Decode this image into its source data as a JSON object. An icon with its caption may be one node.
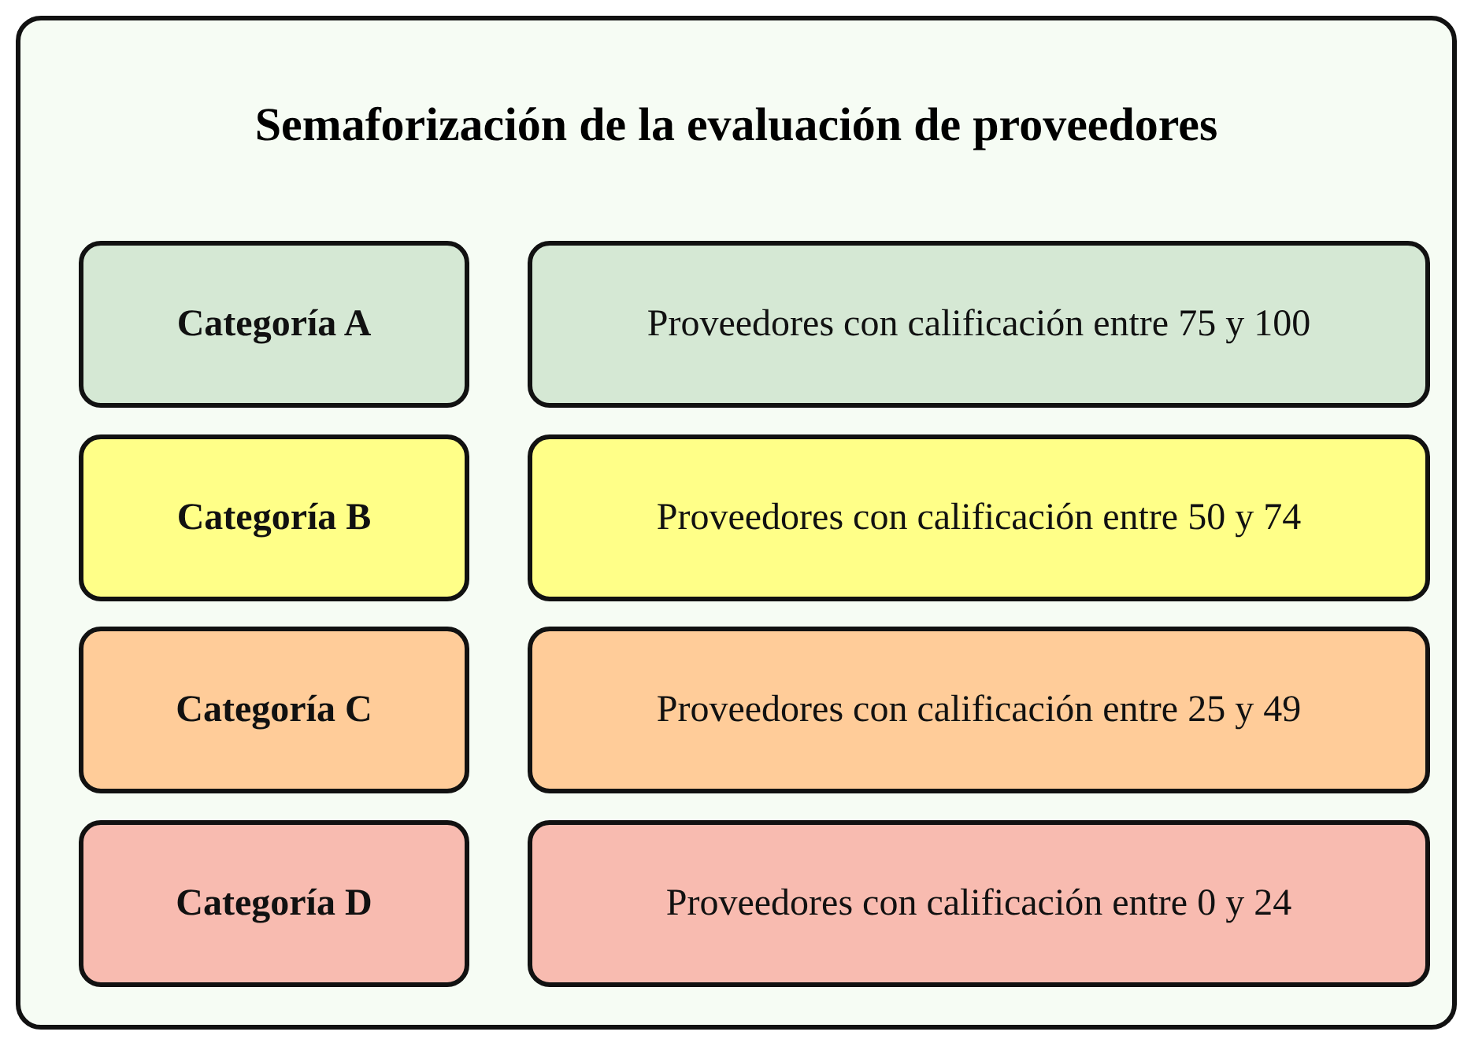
{
  "diagram": {
    "nodes": [
      {
        "text": [
          "Semaforización de la evaluación de proveedores"
        ]
      },
      {
        "text": [
          "Categoría A"
        ],
        "in": 0
      },
      {
        "text": [
          "Proveedores con calificación entre 75 y 100"
        ],
        "in": 0
      },
      {
        "text": [
          "Categoría B"
        ],
        "in": 0
      },
      {
        "text": [
          "Proveedores con calificación entre 50 y 74"
        ],
        "in": 0
      },
      {
        "text": [
          "Categoría C"
        ],
        "in": 0
      },
      {
        "text": [
          "Proveedores con calificación entre 25 y 49"
        ],
        "in": 0
      },
      {
        "text": [
          "Categoría D"
        ],
        "in": 0
      },
      {
        "text": [
          "Proveedores con calificación entre 0 y 24"
        ],
        "in": 0
      }
    ]
  }
}
